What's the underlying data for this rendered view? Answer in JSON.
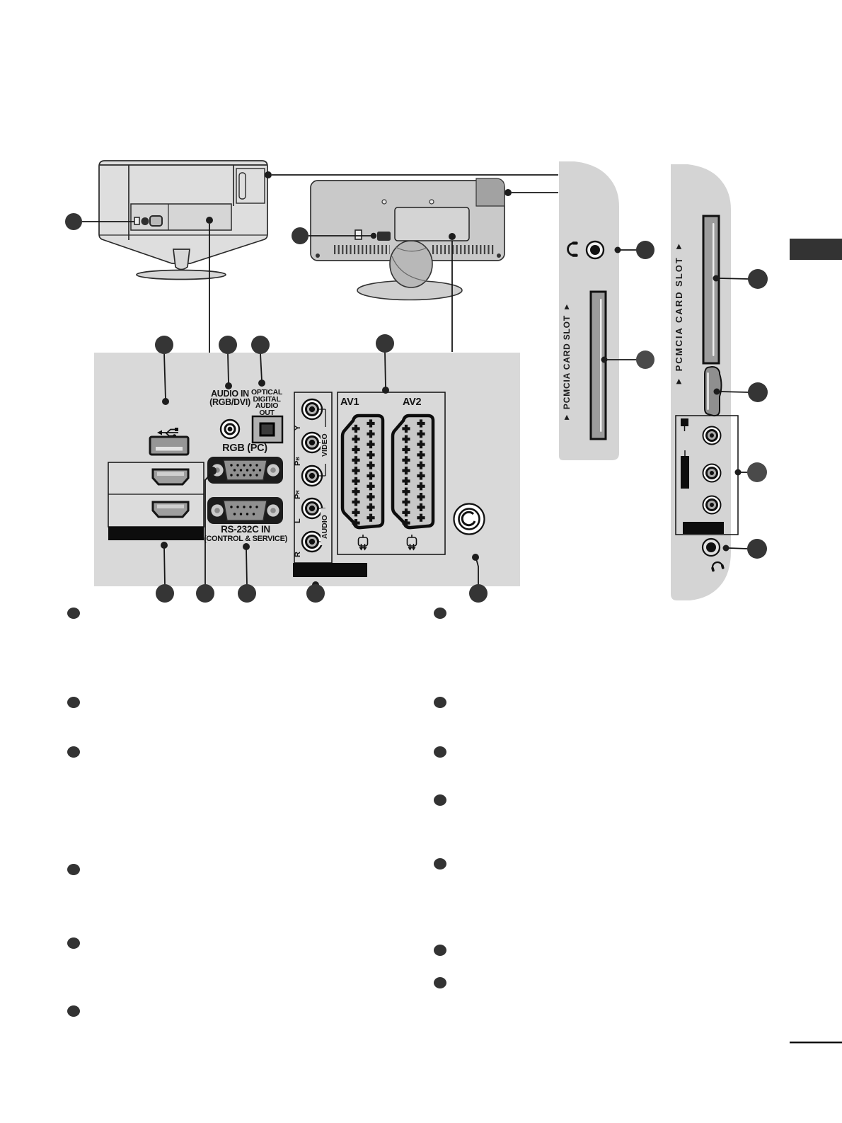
{
  "connection_panel": {
    "audio_in": {
      "line1": "AUDIO IN",
      "line2": "(RGB/DVI)"
    },
    "optical": {
      "line1": "OPTICAL",
      "line2": "DIGITAL",
      "line3": "AUDIO OUT"
    },
    "rgb_pc": "RGB (PC)",
    "rs232c": {
      "line1": "RS-232C IN",
      "line2": "(CONTROL & SERVICE)"
    },
    "scart": {
      "av1": "AV1",
      "av2": "AV2"
    },
    "component": {
      "video_group": "VIDEO",
      "audio_group": "AUDIO",
      "jacks": [
        {
          "main": "Y",
          "sub": ""
        },
        {
          "main": "P",
          "sub": "B"
        },
        {
          "main": "P",
          "sub": "R"
        },
        {
          "main": "L",
          "sub": ""
        },
        {
          "main": "R",
          "sub": ""
        }
      ]
    },
    "icons": {
      "usb": "usb-icon",
      "optical_port": "optical-port",
      "antenna": "antenna-socket"
    }
  },
  "side_panels": {
    "pcmcia_label": "▼ PCMCIA  CARD  SLOT ▼",
    "icons": {
      "headphone": "headphone-icon"
    }
  },
  "colors": {
    "panel_gray": "#d9d9d9",
    "side_panel_gray": "#d4d4d4",
    "tv1_gray": "#dedede",
    "tv2_gray": "#c9c9c9",
    "callout_dark": "#353535",
    "line_black": "#161616"
  }
}
